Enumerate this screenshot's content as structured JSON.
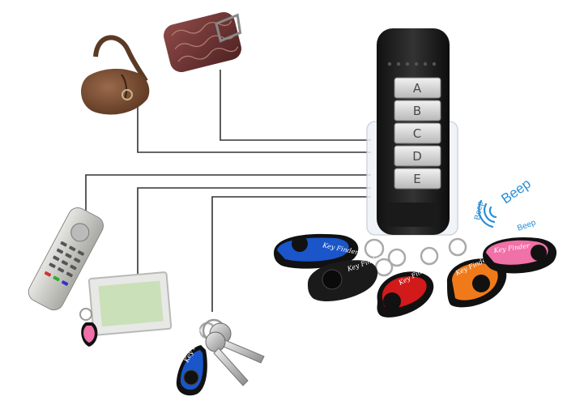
{
  "transmitter": {
    "buttons": [
      "A",
      "B",
      "C",
      "D",
      "E"
    ]
  },
  "signal": {
    "big": "Beep",
    "left": "Beep",
    "right": "Beep"
  },
  "tag_label": "Key Finder",
  "colors": {
    "tags": [
      "#1a56c9",
      "#2a2a2a",
      "#d21a1a",
      "#f07a1a",
      "#f070a8"
    ],
    "wire": "#333333",
    "accent": "#2a8fd6"
  },
  "objects": [
    "handbag",
    "phone-pouch",
    "tv-remote",
    "photo-frame",
    "keys"
  ]
}
